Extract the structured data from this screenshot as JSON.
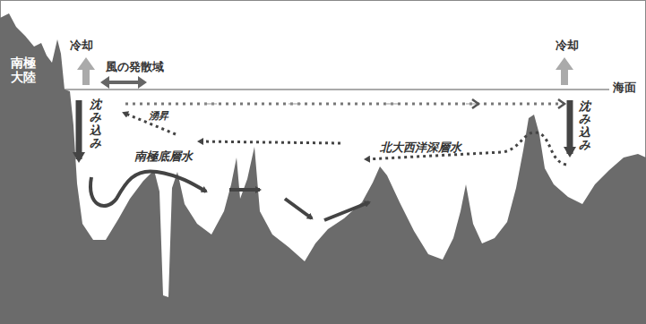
{
  "diagram": {
    "labels": [
      "南極 大陸",
      "冷却",
      "風の発散域",
      "冷却",
      "海面",
      "沈み込み",
      "湧昇",
      "南極底層水",
      "北大西洋深層水",
      "沈み込み"
    ]
  }
}
